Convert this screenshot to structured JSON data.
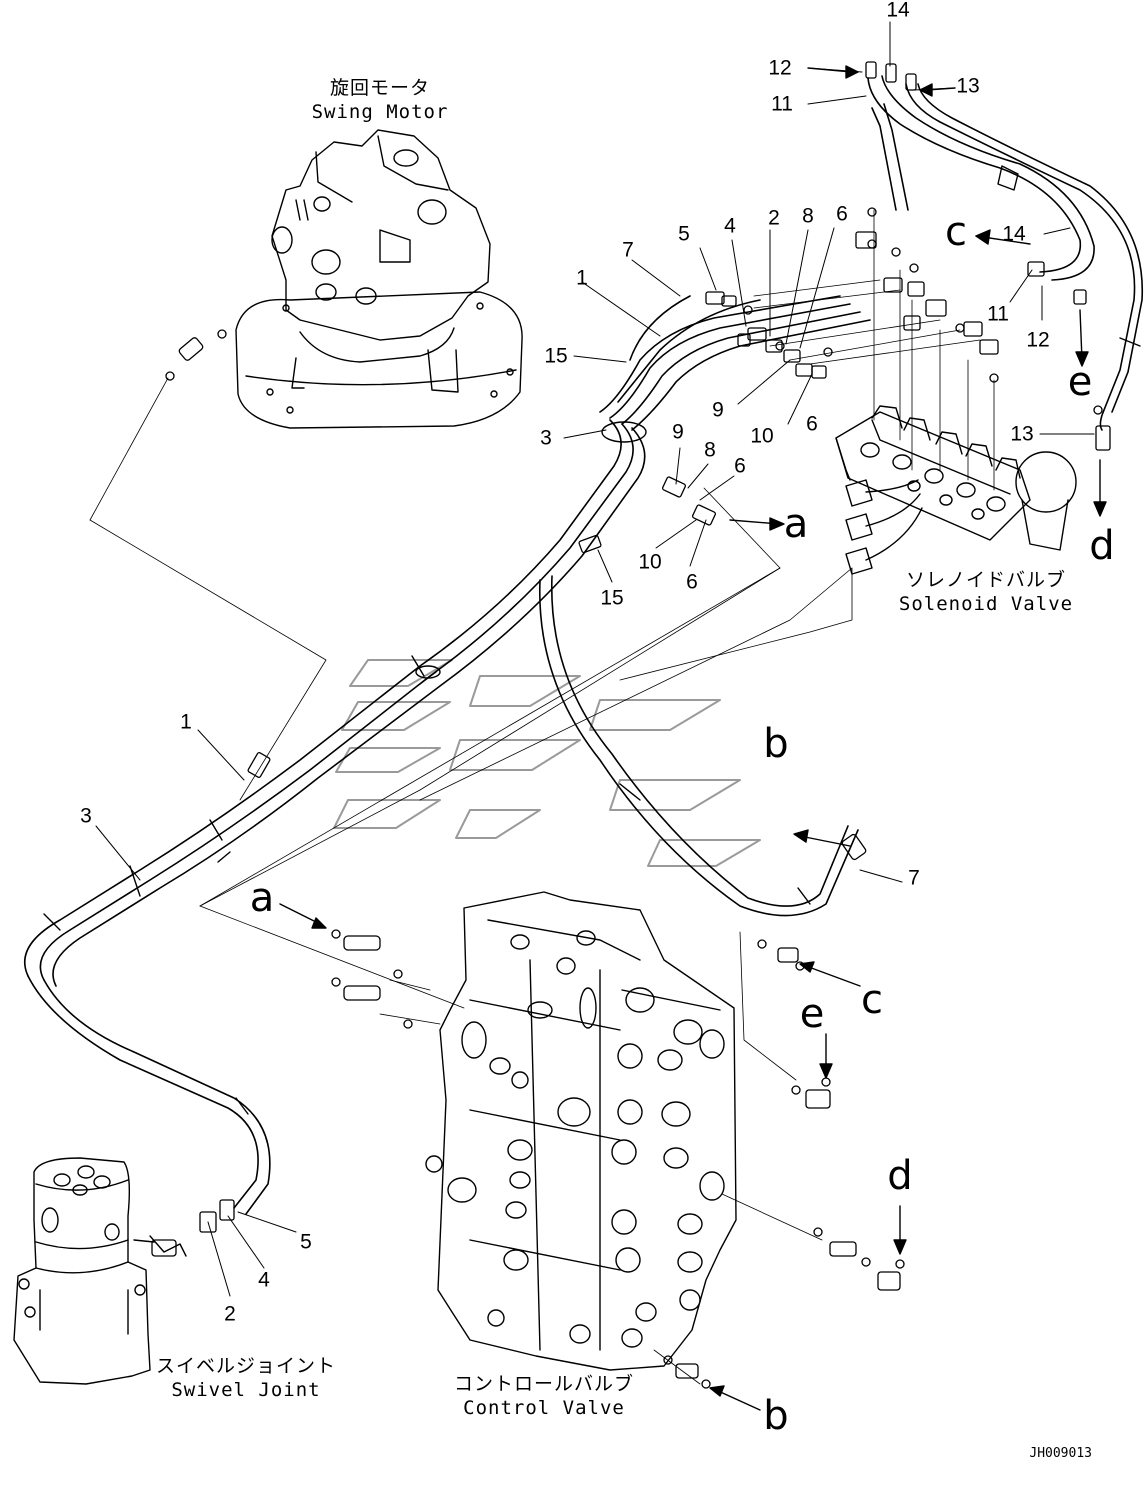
{
  "drawing_id": "JH009013",
  "components": {
    "swing_motor": {
      "label_jp": "旋回モータ",
      "label_en": "Swing Motor"
    },
    "solenoid_valve": {
      "label_jp": "ソレノイドバルブ",
      "label_en": "Solenoid Valve"
    },
    "swivel_joint": {
      "label_jp": "スイベルジョイント",
      "label_en": "Swivel Joint"
    },
    "control_valve": {
      "label_jp": "コントロールバルブ",
      "label_en": "Control Valve"
    }
  },
  "callouts": [
    "14",
    "12",
    "13",
    "11",
    "8",
    "6",
    "5",
    "4",
    "2",
    "7",
    "1",
    "15",
    "9",
    "10",
    "3",
    "8",
    "6",
    "10",
    "9",
    "15",
    "6",
    "14",
    "11",
    "12",
    "13",
    "1",
    "3",
    "2",
    "4",
    "5",
    "7",
    "6",
    "10",
    "6"
  ],
  "connectors": [
    "c",
    "e",
    "d",
    "a",
    "b",
    "a",
    "c",
    "e",
    "d",
    "b"
  ],
  "colors": {
    "line": "#000000",
    "background": "#ffffff",
    "watermark": "#9a9a9a"
  }
}
